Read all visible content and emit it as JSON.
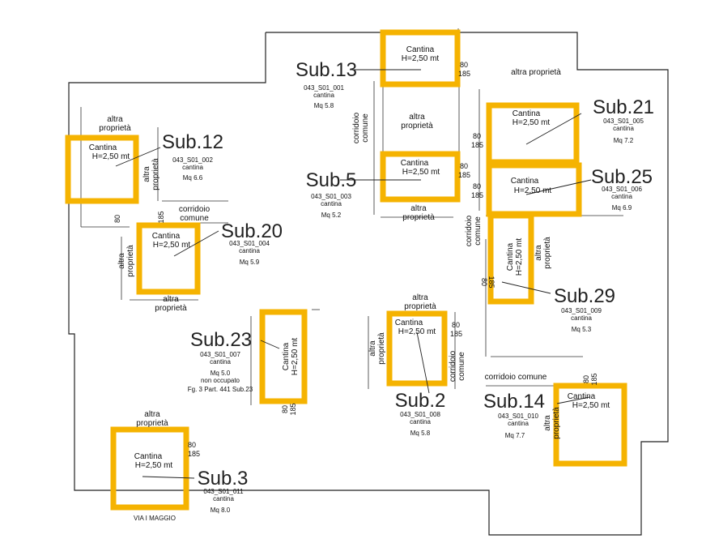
{
  "labels": {
    "cantina": "Cantina",
    "height": "H=2,50 mt",
    "altra_1": "altra",
    "altra_2": "proprietà",
    "corridoio_1": "corridoio",
    "corridoio_2": "comune",
    "corridoio_comune": "corridoio comune",
    "street": "VIA I MAGGIO",
    "dim_80": "80",
    "dim_185": "185",
    "fg_note": "Fg. 3   Part. 441 Sub.23",
    "non_occupato": "non occupato"
  },
  "units": [
    {
      "sub": "Sub.13",
      "code": "043_S01_001",
      "use": "cantina",
      "mq": "Mq 5.8"
    },
    {
      "sub": "Sub.12",
      "code": "043_S01_002",
      "use": "cantina",
      "mq": "Mq 6.6"
    },
    {
      "sub": "Sub.5",
      "code": "043_S01_003",
      "use": "cantina",
      "mq": "Mq 5.2"
    },
    {
      "sub": "Sub.20",
      "code": "043_S01_004",
      "use": "cantina",
      "mq": "Mq 5.9"
    },
    {
      "sub": "Sub.21",
      "code": "043_S01_005",
      "use": "cantina",
      "mq": "Mq 7.2"
    },
    {
      "sub": "Sub.25",
      "code": "043_S01_006",
      "use": "cantina",
      "mq": "Mq 6.9"
    },
    {
      "sub": "Sub.23",
      "code": "043_S01_007",
      "use": "cantina",
      "mq": "Mq 5.0"
    },
    {
      "sub": "Sub.2",
      "code": "043_S01_008",
      "use": "cantina",
      "mq": "Mq 5.8"
    },
    {
      "sub": "Sub.29",
      "code": "043_S01_009",
      "use": "cantina",
      "mq": "Mq 5.3"
    },
    {
      "sub": "Sub.14",
      "code": "043_S01_010",
      "use": "cantina",
      "mq": "Mq 7.7"
    },
    {
      "sub": "Sub.3",
      "code": "043_S01_011",
      "use": "cantina",
      "mq": "Mq 8.0"
    }
  ],
  "colors": {
    "highlight": "#f5b301",
    "line": "#222222"
  }
}
